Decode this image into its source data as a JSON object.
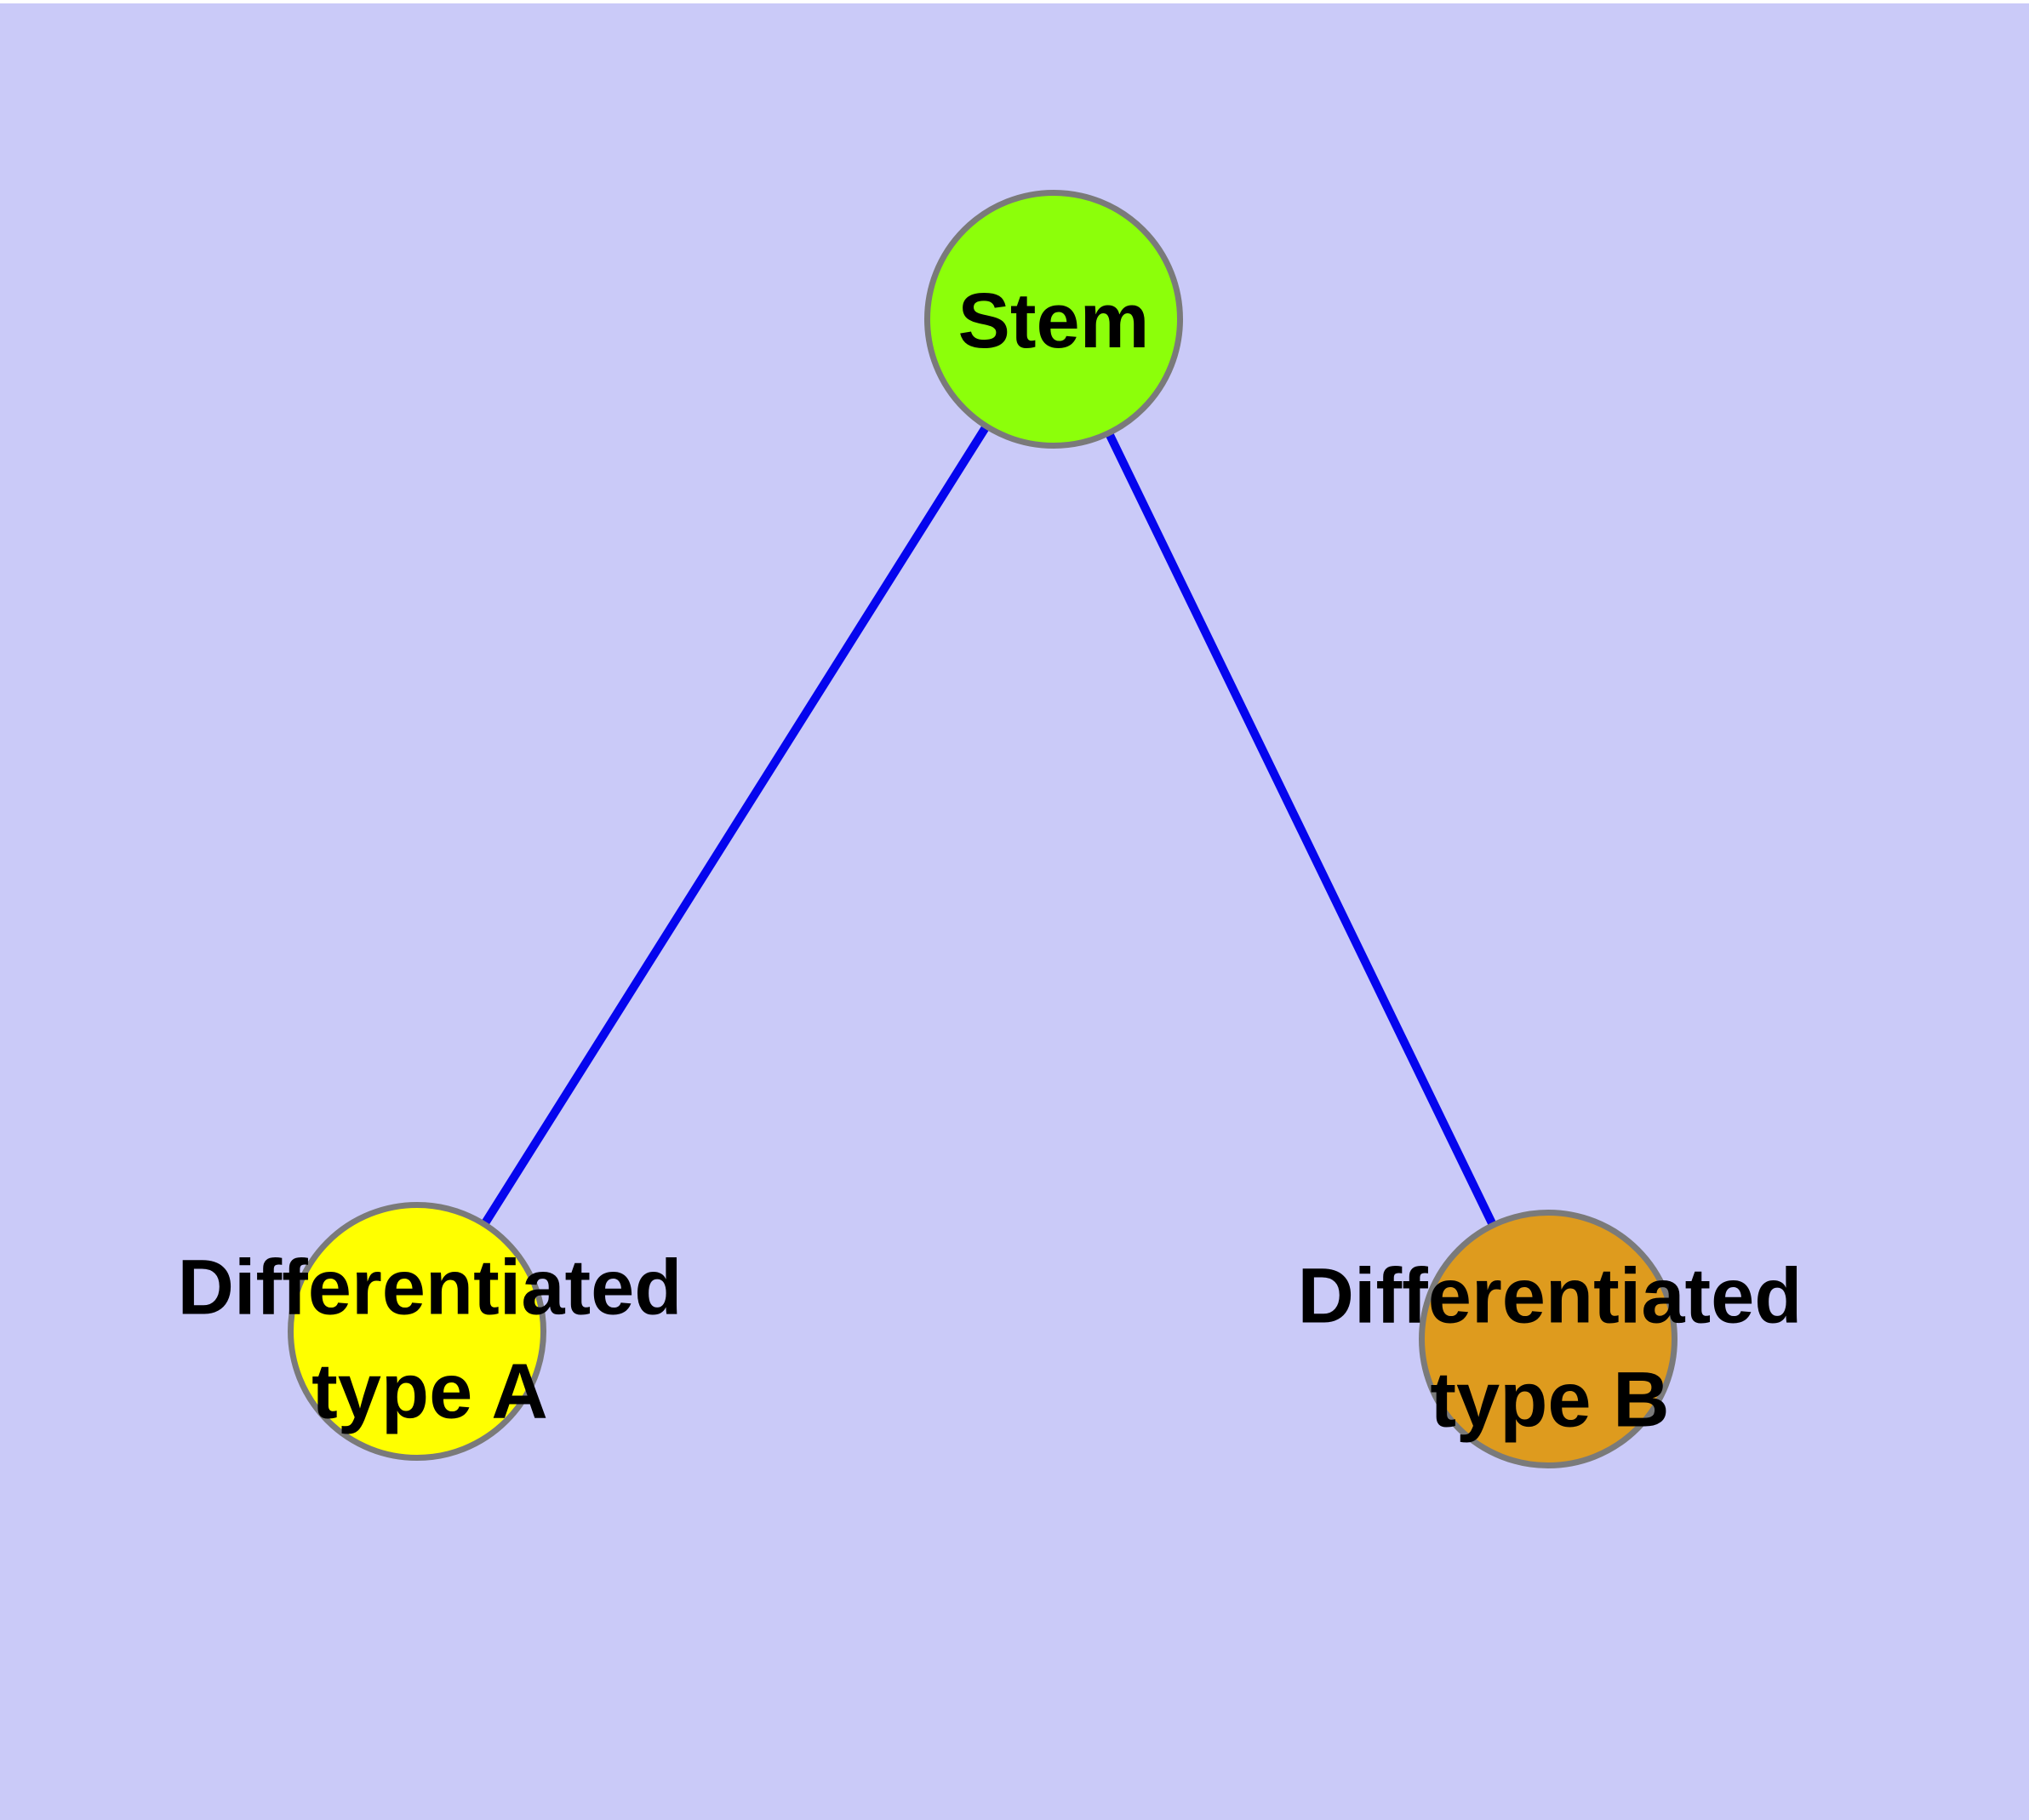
{
  "diagram": {
    "type": "graph",
    "description": "Tree graph: one stem node connected to two differentiated cell-type nodes",
    "background_color": "#cacaf8",
    "top_margin_color": "#ffffff",
    "edge_color": "#0505ee",
    "node_border_color": "#7a7a7a",
    "label_color": "#000000",
    "nodes": [
      {
        "id": "stem",
        "label": "Stem",
        "fill": "#8cff0a"
      },
      {
        "id": "typeA",
        "label": "Differentiated\ntype A",
        "fill": "#ffff00"
      },
      {
        "id": "typeB",
        "label": "Differentiated\ntype B",
        "fill": "#de9b1e"
      }
    ],
    "edges": [
      {
        "from": "Stem",
        "to": "Differentiated type A"
      },
      {
        "from": "Stem",
        "to": "Differentiated type B"
      }
    ]
  }
}
